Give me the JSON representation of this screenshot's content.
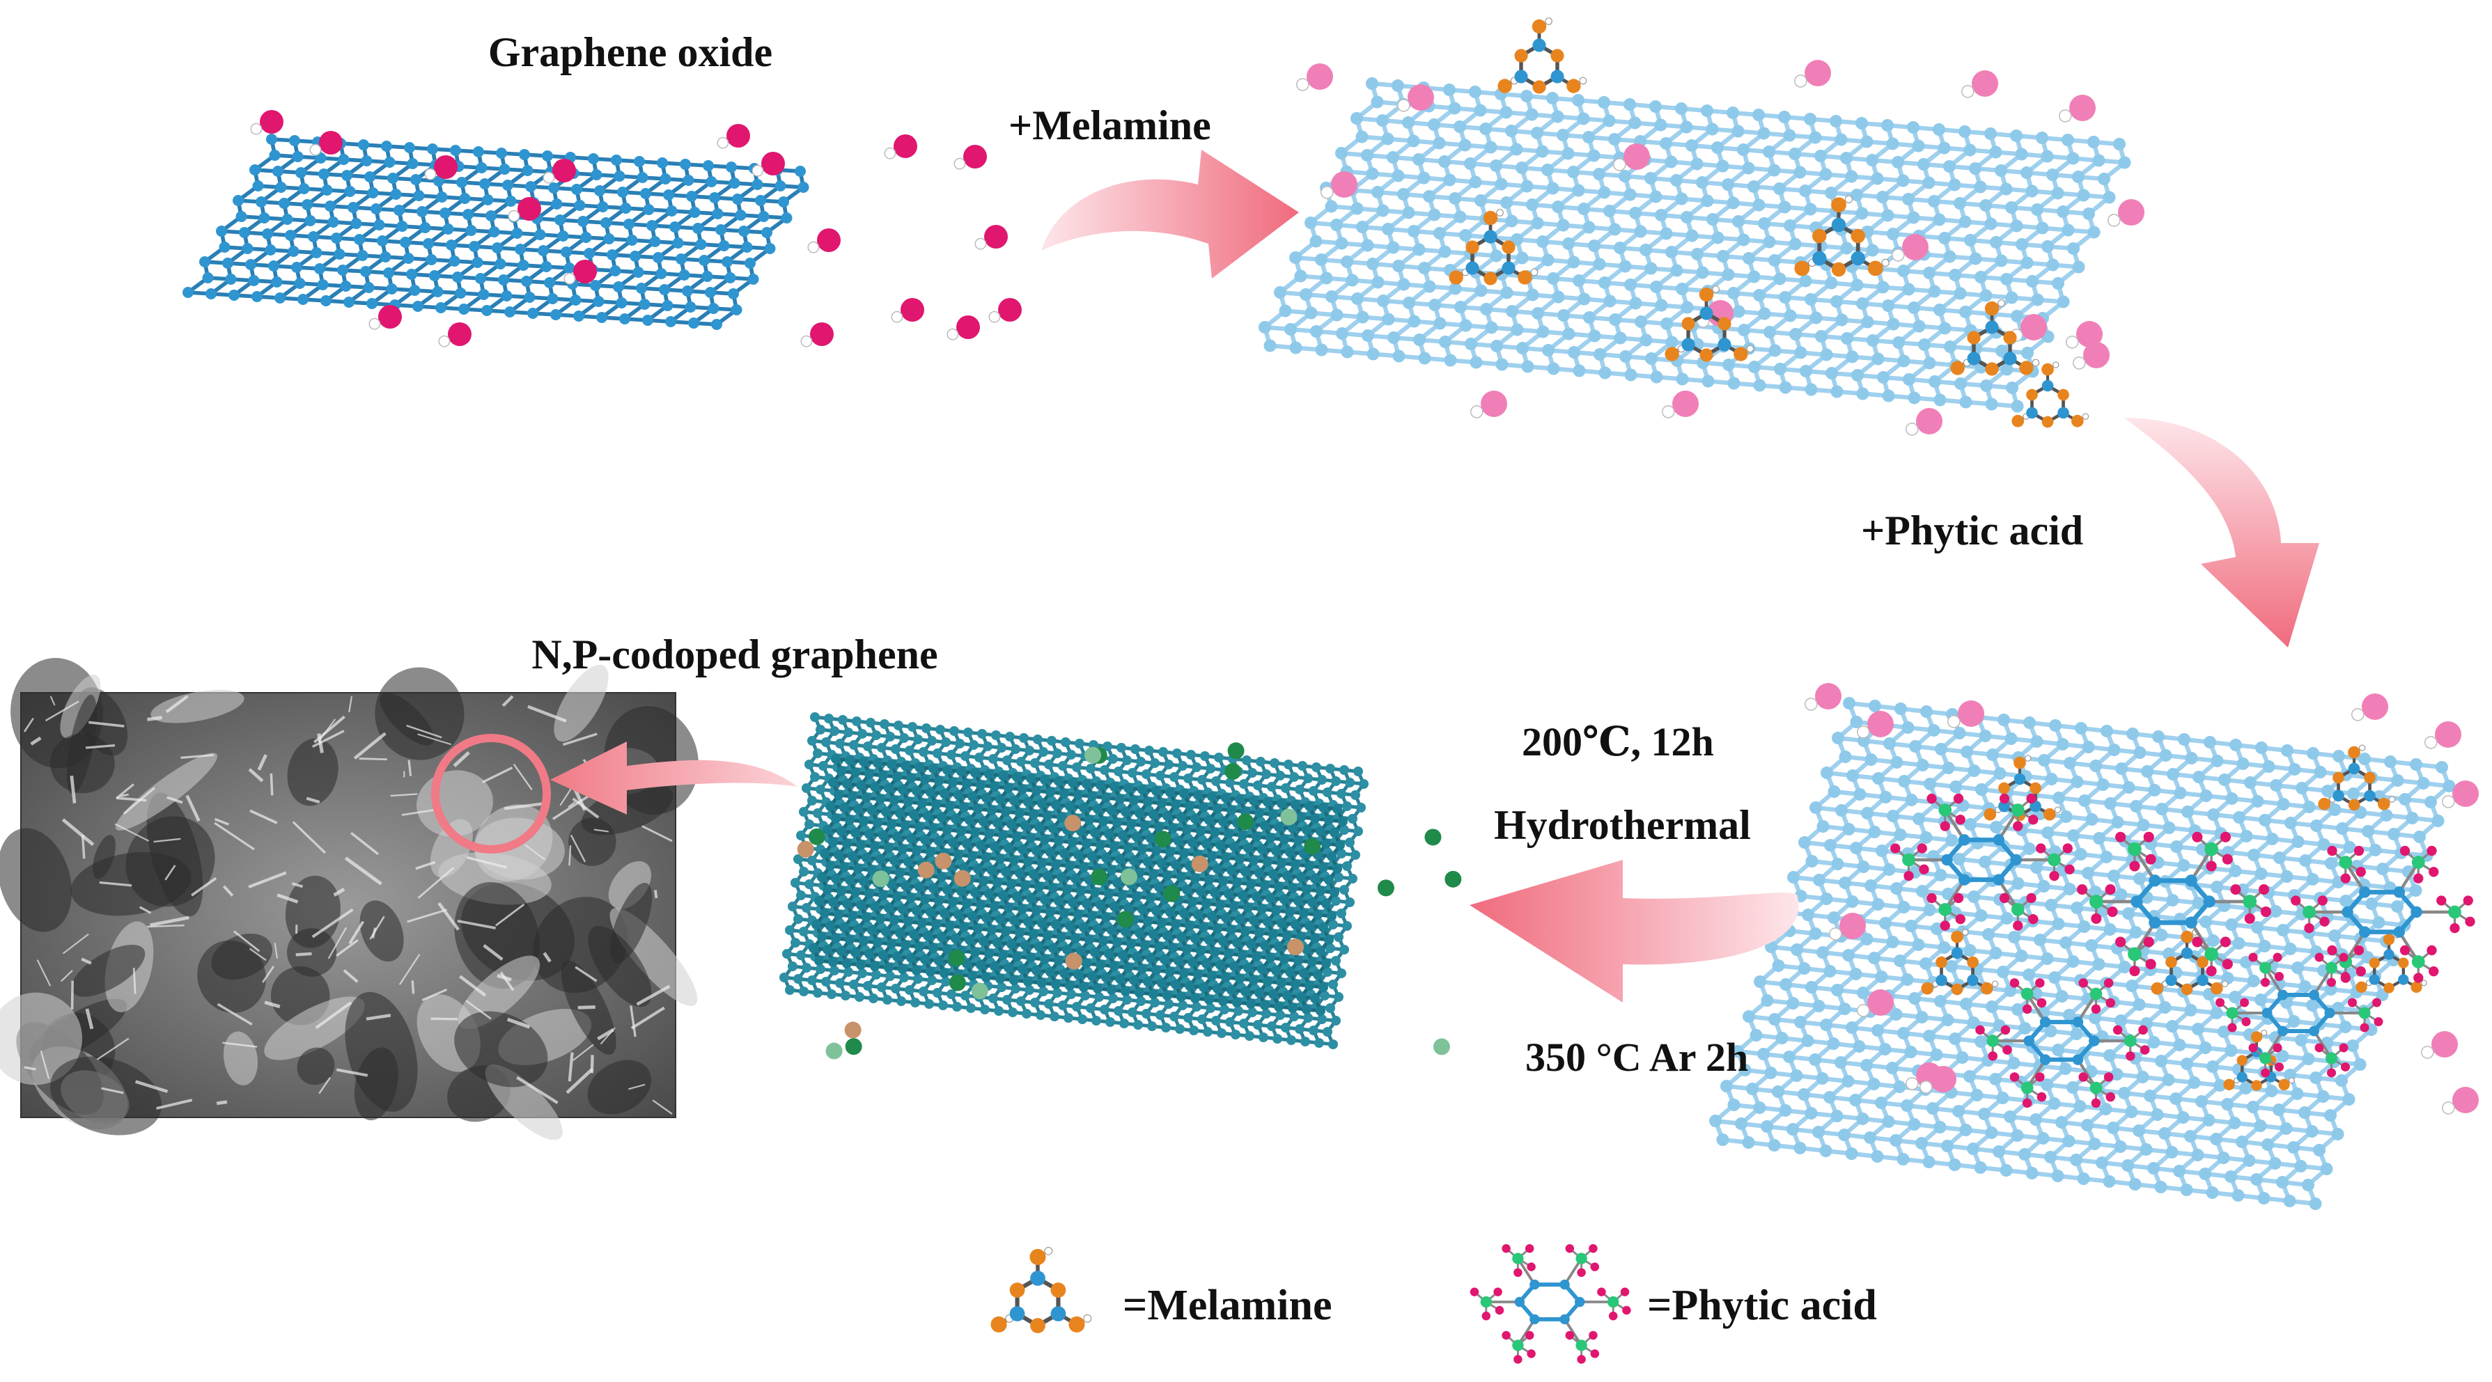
{
  "labels": {
    "graphene_oxide": "Graphene oxide",
    "add_melamine": "+Melamine",
    "add_phytic_acid": "+Phytic acid",
    "np_codoped_graphene": "N,P-codoped graphene",
    "cond_temp_time": "200℃, 12h",
    "cond_hydrothermal": "Hydrothermal",
    "cond_anneal": "350 °C Ar 2h"
  },
  "legend": {
    "melamine": "=Melamine",
    "phytic_acid": "=Phytic acid"
  },
  "colors": {
    "carbon": "#2f95d0",
    "carbon_light": "#8ec9ea",
    "oxygen": "#e0166f",
    "oxygen_light": "#f07fb8",
    "hydrogen": "#f4f4f4",
    "melamine_n": "#e8841e",
    "phosphorus": "#28c878",
    "codoped_carbon": "#1d7f93",
    "arrow_pink": "#f06b7d",
    "arrow_light": "#fde3e7",
    "sem_circle": "#f07a86"
  }
}
